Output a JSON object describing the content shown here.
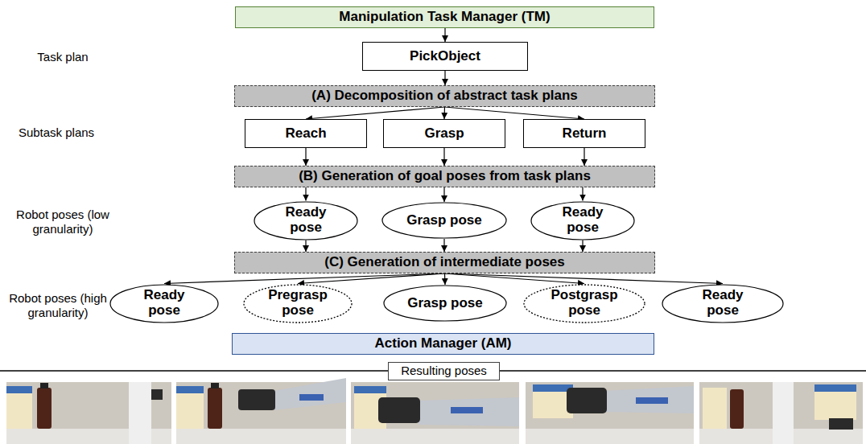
{
  "diagram": {
    "nodes": [
      {
        "text": [
          "Manipulation Task Manager (TM)"
        ]
      },
      {
        "text": [
          "PickObject"
        ]
      },
      {
        "text": [
          "(A) Decomposition of abstract task plans"
        ]
      },
      {
        "text": [
          "Reach"
        ]
      },
      {
        "text": [
          "Grasp"
        ]
      },
      {
        "text": [
          "Return"
        ]
      },
      {
        "text": [
          "(B) Generation of goal poses from task plans"
        ]
      },
      {
        "text": [
          "Ready pose"
        ]
      },
      {
        "text": [
          "Grasp pose"
        ]
      },
      {
        "text": [
          "Ready pose"
        ]
      },
      {
        "text": [
          "(C) Generation of intermediate poses"
        ]
      },
      {
        "text": [
          "Ready pose"
        ]
      },
      {
        "text": [
          "Pregrasp pose"
        ]
      },
      {
        "text": [
          "Grasp pose"
        ]
      },
      {
        "text": [
          "Postgrasp pose"
        ]
      },
      {
        "text": [
          "Ready pose"
        ]
      },
      {
        "text": [
          "Action Manager (AM)"
        ]
      },
      {
        "text": [
          "Resulting poses"
        ]
      }
    ],
    "edges": [
      {
        "from": 0,
        "to": 1,
        "arrow": "to"
      },
      {
        "from": 1,
        "to": 2,
        "arrow": "to"
      },
      {
        "from": 2,
        "to": 3,
        "arrow": "to"
      },
      {
        "from": 2,
        "to": 4,
        "arrow": "to"
      },
      {
        "from": 2,
        "to": 5,
        "arrow": "to"
      },
      {
        "from": 3,
        "to": 6,
        "arrow": "to"
      },
      {
        "from": 4,
        "to": 6,
        "arrow": "to"
      },
      {
        "from": 5,
        "to": 6,
        "arrow": "to"
      },
      {
        "from": 6,
        "to": 7,
        "arrow": "to"
      },
      {
        "from": 6,
        "to": 8,
        "arrow": "to"
      },
      {
        "from": 6,
        "to": 9,
        "arrow": "to"
      },
      {
        "from": 7,
        "to": 10,
        "arrow": "to"
      },
      {
        "from": 8,
        "to": 10,
        "arrow": "to"
      },
      {
        "from": 9,
        "to": 10,
        "arrow": "to"
      },
      {
        "from": 10,
        "to": 11,
        "arrow": "to"
      },
      {
        "from": 10,
        "to": 12,
        "arrow": "to"
      },
      {
        "from": 10,
        "to": 13,
        "arrow": "to"
      },
      {
        "from": 10,
        "to": 14,
        "arrow": "to"
      },
      {
        "from": 10,
        "to": 15,
        "arrow": "to"
      }
    ],
    "labels": [
      "Task plan",
      "Subtask plans",
      "Robot poses (low granularity)",
      "Robot poses (high granularity)"
    ]
  }
}
